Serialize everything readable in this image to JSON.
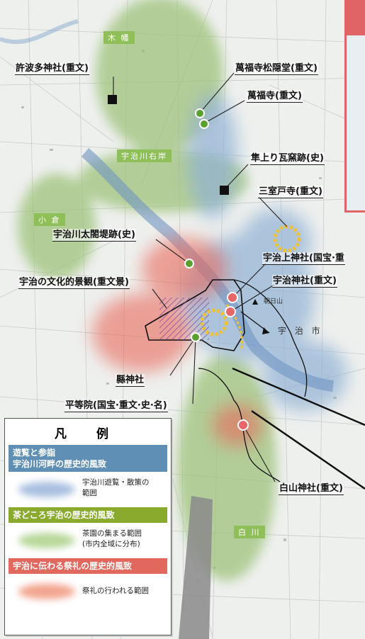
{
  "map": {
    "area_labels": {
      "kohata": "木 幡",
      "ujigawa_ugan": "宇治川右岸",
      "ogura": "小 倉",
      "shirakawa": "白 川"
    },
    "place_labels": {
      "kyohata_jinja": "許波多神社(重文)",
      "manpukuji_shoindo": "萬福寺松隠堂(重文)",
      "manpukuji": "萬福寺(重文)",
      "hayaagari": "隼上り瓦窯跡(史)",
      "mimurotoji": "三室戸寺(重文)",
      "taikou_tsutsumi": "宇治川太閤堤跡(史)",
      "ujigami_jinja": "宇治上神社(国宝·重",
      "cultural_landscape": "宇治の文化的景観(重文景)",
      "uji_jinja": "宇治神社(重文)",
      "agata_jinja": "縣神社",
      "byodoin": "平等院(国宝·重文·史·名)",
      "hakusan_jinja": "白山神社(重文)"
    },
    "map_text": {
      "uji_city": "宇 治 市",
      "asahiyama": "朝日山"
    },
    "colors": {
      "water_blue": "#8fb0d4",
      "tea_green": "#9fc27a",
      "festival_red": "#e8685a",
      "marker_green": "#5aa02c",
      "marker_red": "#e8666a",
      "site_yellow": "#f0c230",
      "legend_blue_header": "#5f8fb4",
      "legend_green_header": "#8aaa2e",
      "legend_red_header": "#e0685c"
    }
  },
  "legend": {
    "title": "凡 例",
    "sections": [
      {
        "header_line1": "遊覧と参詣",
        "header_line2": "宇治川河畔の歴史的風致",
        "item_line1": "宇治川遊覧・散策の",
        "item_line2": "範囲",
        "color": "#5f8fb4",
        "blob": "#a9bfe0"
      },
      {
        "header_line1": "茶どころ宇治の歴史的風致",
        "header_line2": "",
        "item_line1": "茶園の集まる範囲",
        "item_line2": "(市内全域に分布)",
        "color": "#8aaa2e",
        "blob": "#b8d89a"
      },
      {
        "header_line1": "宇治に伝わる祭礼の歴史的風致",
        "header_line2": "",
        "item_line1": "祭礼の行われる範囲",
        "item_line2": "",
        "color": "#e0685c",
        "blob": "#f2a58f"
      }
    ]
  }
}
